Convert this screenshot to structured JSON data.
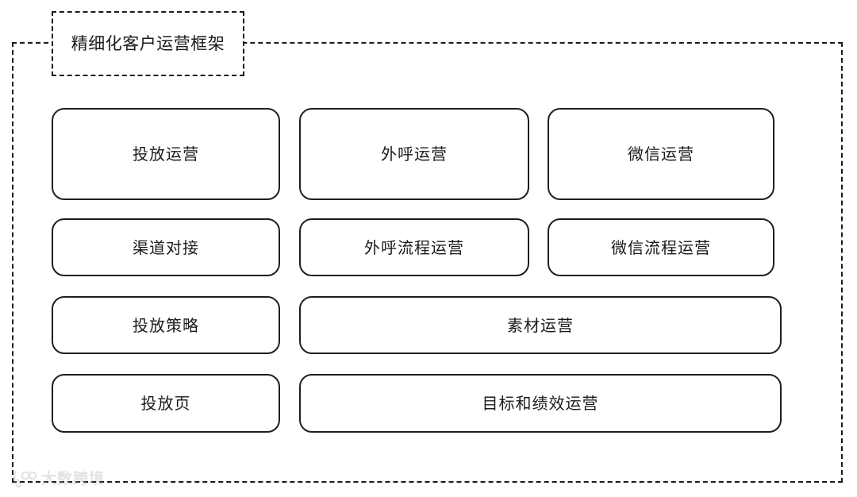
{
  "frame": {
    "title": "精细化客户运营框架",
    "border_color": "#1a1a1a",
    "background": "#ffffff"
  },
  "diagram": {
    "type": "grid-block-diagram",
    "node_border_color": "#1f1f1f",
    "node_fill": "#ffffff",
    "text_color": "#1a1a1a",
    "rows": [
      {
        "row_name": "row-1-domains",
        "nodes": [
          {
            "label": "投放运营",
            "col": 1,
            "span": 1
          },
          {
            "label": "外呼运营",
            "col": 2,
            "span": 1
          },
          {
            "label": "微信运营",
            "col": 3,
            "span": 1
          }
        ]
      },
      {
        "row_name": "row-2-process",
        "nodes": [
          {
            "label": "渠道对接",
            "col": 1,
            "span": 1
          },
          {
            "label": "外呼流程运营",
            "col": 2,
            "span": 1
          },
          {
            "label": "微信流程运营",
            "col": 3,
            "span": 1
          }
        ]
      },
      {
        "row_name": "row-3-strategy",
        "nodes": [
          {
            "label": "投放策略",
            "col": 1,
            "span": 1
          },
          {
            "label": "素材运营",
            "col": 2,
            "span": 2
          }
        ]
      },
      {
        "row_name": "row-4-pages",
        "nodes": [
          {
            "label": "投放页",
            "col": 1,
            "span": 1
          },
          {
            "label": "目标和绩效运营",
            "col": 2,
            "span": 2
          }
        ]
      }
    ]
  },
  "watermark": {
    "text": "大数跨境",
    "icon": "logo-icon",
    "color": "#9aa0a6"
  }
}
